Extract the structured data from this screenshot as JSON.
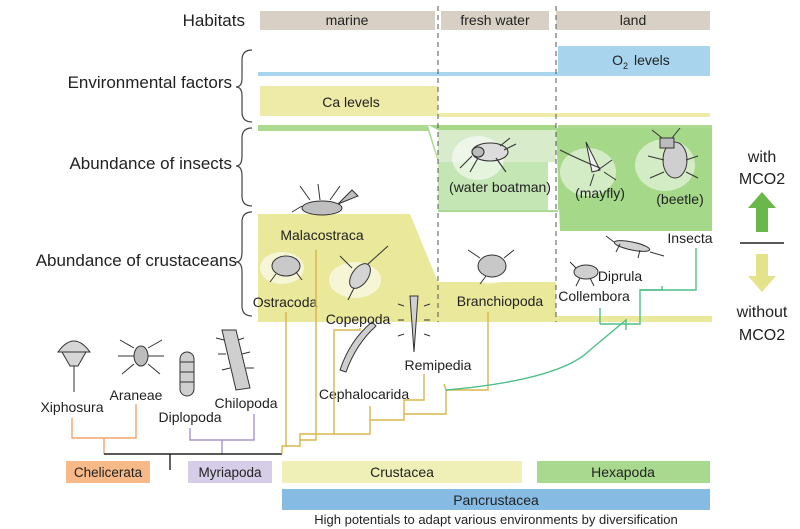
{
  "row_labels": {
    "habitats": "Habitats",
    "environmental_factors": "Environmental factors",
    "insects": "Abundance of insects",
    "crustaceans": "Abundance of crustaceans"
  },
  "habitats": [
    "marine",
    "fresh water",
    "land"
  ],
  "factors": {
    "o2_label": "O",
    "o2_sub": "2",
    "o2_rest": "levels",
    "ca_label": "Ca  levels"
  },
  "insects": [
    "(water boatman)",
    "(mayfly)",
    "(beetle)"
  ],
  "crustacean_groups": [
    "Malacostraca",
    "Ostracoda",
    "Copepoda",
    "Branchiopoda",
    "Cephalocarida",
    "Remipedia"
  ],
  "hexapod_groups": [
    "Insecta",
    "Diprula",
    "Collembora"
  ],
  "outgroups": [
    "Xiphosura",
    "Araneae",
    "Diplopoda",
    "Chilopoda"
  ],
  "clades": {
    "chelicerata": "Chelicerata",
    "myriapoda": "Myriapoda",
    "crustacea": "Crustacea",
    "hexapoda": "Hexapoda",
    "pancrustacea": "Pancrustacea"
  },
  "legend": {
    "with_1": "with",
    "with_2": "MCO2",
    "without_1": "without",
    "without_2": "MCO2"
  },
  "caption": "High potentials to adapt various environments by diversification",
  "colors": {
    "habitat_bar": "#d8d0c4",
    "o2": "#a8d4ee",
    "ca": "#eeeaa8",
    "insect_band": "#a6d88a",
    "crustacean_band": "#e9e89b",
    "chelicerata": "#f6b987",
    "myriapoda": "#d6cde8",
    "crustacea": "#eef0b8",
    "hexapoda": "#a9d98f",
    "pancrustacea": "#86bce4",
    "arrow_up": "#6ab84c",
    "arrow_down": "#e4e38c"
  }
}
